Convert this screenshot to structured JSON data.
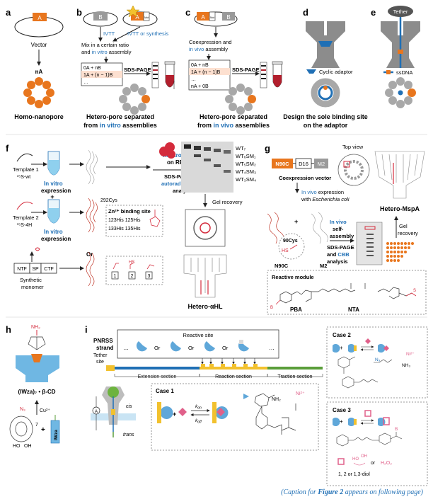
{
  "colors": {
    "orange": "#e8761e",
    "blue": "#1f6fb5",
    "gray": "#9a9a9a",
    "darkgray": "#666666",
    "red": "#d42b3c",
    "pink": "#e0608a",
    "green": "#5a9e3a",
    "yellow": "#f2c12e",
    "paleyellow": "#fff4c8"
  },
  "panel_a": {
    "letter": "a",
    "box": "A",
    "vector": "Vector",
    "nA": "nA",
    "title": "Homo-nanopore"
  },
  "panel_b": {
    "letter": "b",
    "box_b": "B",
    "box_a": "A",
    "tag": "Mut",
    "ivtt": "IVTT",
    "ivtt_syn": "IVTT or synthesis",
    "mix1": "Mix in a certain ratio",
    "mix2_pre": "and ",
    "mix2_em": "in vitro",
    "mix2_post": " assembly",
    "row1": "0A + nB",
    "row2": "1A + (n − 1)B",
    "row3": "…",
    "sds": "SDS-PAGE",
    "title1": "Hetero-pore separated",
    "title2_pre": "from ",
    "title2_em": "in vitro",
    "title2_post": " assemblies"
  },
  "panel_c": {
    "letter": "c",
    "box_a": "A",
    "box_b": "B",
    "tag": "Mut",
    "co1": "Coexpression and",
    "co2_em": "in vivo",
    "co2_post": " assembly",
    "row1": "0A + nB",
    "row2": "1A + (n − 1)B",
    "row3": "…",
    "row4": "nA + 0B",
    "sds": "SDS-PAGE",
    "title1": "Hetero-pore separated",
    "title2_pre": "from ",
    "title2_em": "in vivo",
    "title2_post": " assemblies"
  },
  "panel_d": {
    "letter": "d",
    "adaptor": "Cyclic adaptor",
    "title1": "Design the sole binding site",
    "title2": "on the adaptor"
  },
  "panel_e": {
    "letter": "e",
    "tether": "Tether",
    "ssdna": "ssDNA"
  },
  "panel_f": {
    "letter": "f",
    "t1": "Template 1",
    "t1b": "³⁵S-wt",
    "t2": "Template 2",
    "t2b": "³⁵S-4H",
    "invitro": "In vitro",
    "expression": "expression",
    "assembly1_em": "In vitro",
    "assembly1_post": " assembly",
    "assembly2": "on RBCM",
    "sds1": "SDS-PAGE and",
    "sds2": "autoradiographic",
    "sds3": "analysis",
    "gel_labels": [
      "WT₇",
      "WT₆SM₁",
      "WT₅SM₂",
      "WT₄SM₃",
      "WT₃SM₄"
    ],
    "gel_recovery": "Gel recovery",
    "cys": "292Cys",
    "zn": "Zn²⁺ binding site",
    "his1": "123His 125His",
    "his2": "133His 135His",
    "or": "Or",
    "ntf": "NTF",
    "sp": "SP",
    "ctf": "CTF",
    "synthetic1": "Synthetic",
    "synthetic2": "monomer",
    "nums": [
      "1",
      "2",
      "3"
    ],
    "title": "Hetero-αHL"
  },
  "panel_g": {
    "letter": "g",
    "n90c": "N90C",
    "d16": "D16",
    "m2": "M2",
    "topview": "Top view",
    "covec": "Coexpression vector",
    "invivo_em": "In vivo",
    "invivo_post": " expression",
    "ecoli": "with ",
    "ecoli_em": "Escherichia coli",
    "cys90": "90Cys",
    "hs": "HS",
    "n90c_lbl": "N90C",
    "m2_lbl": "M2",
    "self1_em": "In vivo",
    "self2": "self-",
    "self3": "assembly",
    "sds1": "SDS-PAGE",
    "sds2_pre": "and ",
    "sds2_em": "CBB",
    "sds3": "analysis",
    "gel": "Gel",
    "recovery": "recovery",
    "title": "Hetero-MspA",
    "reactive": "Reactive module",
    "pba": "PBA",
    "nta": "NTA"
  },
  "panel_h": {
    "letter": "h",
    "nh2": "NH₂",
    "label": "(IWza)₇ • β-CD",
    "n3": "N₃",
    "sub7": "7",
    "cu": "Cu²⁺",
    "iwza": "IWza",
    "ho1": "HO",
    "oh1": "OH"
  },
  "panel_i": {
    "letter": "i",
    "pnrss1": "PNRSS",
    "pnrss2": "strand",
    "tether1": "Tether",
    "tether2": "site",
    "reactive_site": "Reactive site",
    "ors": [
      "Or",
      "Or",
      "Or"
    ],
    "dots": "…",
    "ext": "Extension section",
    "react": "Reaction section",
    "traction": "Traction section",
    "cis": "cis",
    "trans": "trans",
    "case1": "Case 1",
    "kon": "k",
    "kon_sub": "on",
    "koff": "k",
    "koff_sub": "off",
    "ni": "Ni²⁺",
    "nh2": "NH₂",
    "case2": "Case 2",
    "case3": "Case 3",
    "n3": "N₃",
    "nh3": "NH₃",
    "or": "or",
    "h2o2": "H₂O₂",
    "diol": "1, 2 or 1,3-diol"
  },
  "caption": {
    "pre": "(Caption for ",
    "fig": "Figure 2",
    "post": " appears on following page)"
  }
}
